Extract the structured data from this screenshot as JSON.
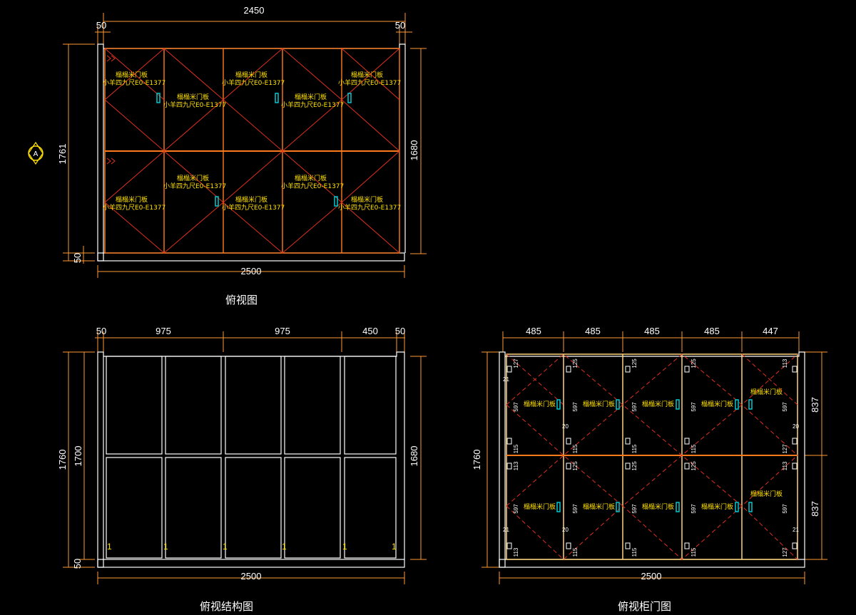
{
  "colors": {
    "background": "#000000",
    "dim_line": "#ff9933",
    "panel_outline": "#ffffff",
    "door_edge": "#ff7a1a",
    "diagonal": "#e0301e",
    "label": "#ffe000",
    "handle": "#00c8d0"
  },
  "views": {
    "top": {
      "title": "俯视图",
      "dims": {
        "top_total": "2450",
        "left_margin": "50",
        "right_margin": "50",
        "bottom_total": "2500",
        "left_height": "1761",
        "bottom_left": "50",
        "right_height": "1680"
      },
      "section_mark": "A",
      "door_name": "榻榻米门板",
      "door_spec": "小羊四九尺E0-E1377"
    },
    "structure": {
      "title": "俯视结构图",
      "dims": {
        "m1": "50",
        "w1": "975",
        "w2": "975",
        "w3": "450",
        "m2": "50",
        "bottom_total": "2500",
        "h_outer": "1760",
        "h_inner": "1700",
        "bottom_left": "50",
        "right_height": "1680"
      },
      "post_mark": "1"
    },
    "doors": {
      "title": "俯视柜门图",
      "dims": {
        "d1": "485",
        "d2": "485",
        "d3": "485",
        "d4": "485",
        "d5": "447",
        "bottom_total": "2500",
        "left_height": "1760",
        "right_top": "837",
        "right_bottom": "837"
      },
      "door_name": "榻榻米门板",
      "small_dims": {
        "a": "127",
        "b": "125",
        "c": "597",
        "d": "115",
        "e": "113",
        "f": "20",
        "g": "21"
      }
    }
  }
}
